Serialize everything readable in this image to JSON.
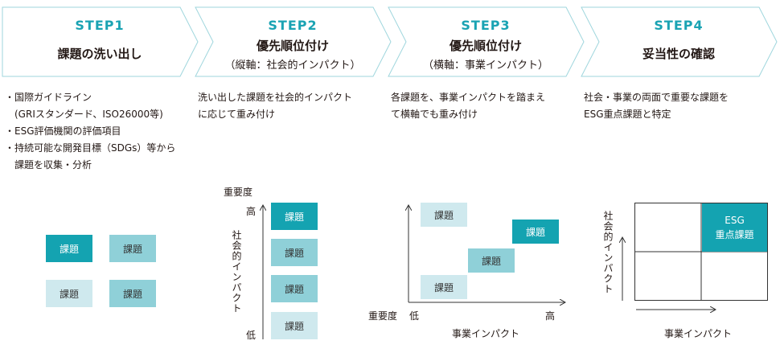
{
  "steps": [
    {
      "num": "STEP1",
      "title": "課題の洗い出し",
      "sub": "",
      "desc": [
        "・国際ガイドライン",
        "　(GRIスタンダード、ISO26000等)",
        "・ESG評価機関の評価項目",
        "・持続可能な開発目標（SDGs）等から",
        "　課題を収集・分析"
      ]
    },
    {
      "num": "STEP2",
      "title": "優先順位付け",
      "sub": "（縦軸：社会的インパクト）",
      "desc": [
        "洗い出した課題を社会的インパクト",
        "に応じて重み付け"
      ]
    },
    {
      "num": "STEP3",
      "title": "優先順位付け",
      "sub": "（横軸：事業インパクト）",
      "desc": [
        "各課題を、事業インパクトを踏まえ",
        "て横軸でも重み付け"
      ]
    },
    {
      "num": "STEP4",
      "title": "妥当性の確認",
      "sub": "",
      "desc": [
        "社会・事業の両面で重要な課題を",
        "ESG重点課題と特定"
      ]
    }
  ],
  "box_label": "課題",
  "step2": {
    "axis_title": "重要度",
    "high": "高",
    "low": "低",
    "axis": "社会的インパクト"
  },
  "step3": {
    "axis_title": "重要度",
    "low": "低",
    "high": "高",
    "axis": "事業インパクト"
  },
  "step4": {
    "y_axis": "社会的インパクト",
    "x_axis": "事業インパクト",
    "highlight": [
      "ESG",
      "重点課題"
    ]
  },
  "colors": {
    "accent": "#14a3b1",
    "mid": "#8fd0d8",
    "light": "#cfe9ee"
  }
}
